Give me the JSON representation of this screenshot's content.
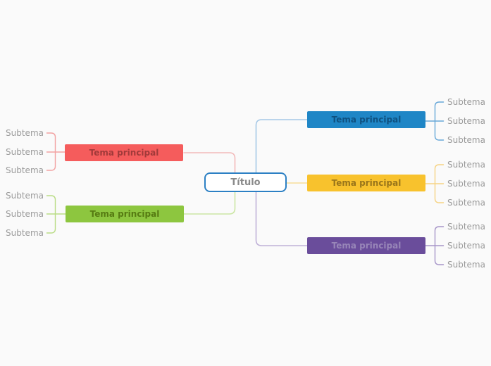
{
  "canvas": {
    "background": "#fafafa"
  },
  "root": {
    "label": "Título",
    "border_color": "#2c80c4",
    "text_color": "#8a8a8a",
    "background": "#ffffff"
  },
  "subtopic_text_color": "#9b9b9b",
  "branches": [
    {
      "id": "red",
      "side": "left",
      "label": "Tema principal",
      "node_color": "#f55c5c",
      "label_color": "#a13a3a",
      "trunk_line_color": "#f2b9b9",
      "subtopic_line_color": "#f2a2a2",
      "subtopics": [
        "Subtema",
        "Subtema",
        "Subtema"
      ]
    },
    {
      "id": "green",
      "side": "left",
      "label": "Tema principal",
      "node_color": "#8dc63f",
      "label_color": "#567b12",
      "trunk_line_color": "#cbe6a4",
      "subtopic_line_color": "#b9dc85",
      "subtopics": [
        "Subtema",
        "Subtema",
        "Subtema"
      ]
    },
    {
      "id": "blue",
      "side": "right",
      "label": "Tema principal",
      "node_color": "#1f86c6",
      "label_color": "#0f5180",
      "trunk_line_color": "#a5c8e6",
      "subtopic_line_color": "#66a7d8",
      "subtopics": [
        "Subtema",
        "Subtema",
        "Subtema"
      ]
    },
    {
      "id": "yellow",
      "side": "right",
      "label": "Tema principal",
      "node_color": "#f8c22d",
      "label_color": "#99751a",
      "trunk_line_color": "#f8dc9a",
      "subtopic_line_color": "#f6d383",
      "subtopics": [
        "Subtema",
        "Subtema",
        "Subtema"
      ]
    },
    {
      "id": "purple",
      "side": "right",
      "label": "Tema principal",
      "node_color": "#6a4d9b",
      "label_color": "#9886b8",
      "trunk_line_color": "#c0b2d8",
      "subtopic_line_color": "#a694c8",
      "subtopics": [
        "Subtema",
        "Subtema",
        "Subtema"
      ]
    }
  ]
}
